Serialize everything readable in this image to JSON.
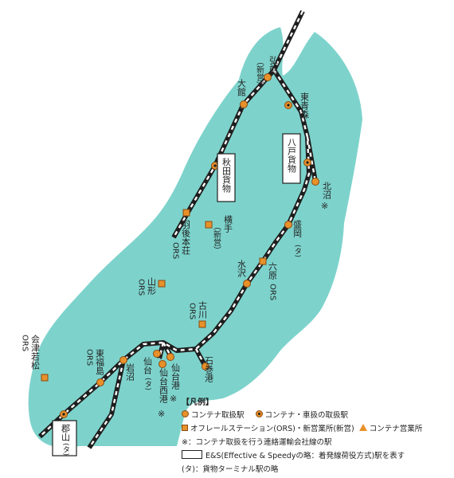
{
  "map": {
    "colors": {
      "land": "#7dd3cc",
      "rail_dark": "#1e1e1e",
      "rail_light": "#ffffff",
      "station_fill": "#e8912a",
      "station_stroke": "#8a4a10"
    },
    "stations": {
      "hirosaki": "弘前",
      "hirosaki_note": "（新営）",
      "odate": "大館",
      "higashiaomori": "東青森",
      "hachinohe": "八戸貨物",
      "kitanuma": "北沼",
      "kitanuma_mark": "※",
      "akita": "秋田貨物",
      "morioka": "盛岡",
      "morioka_note": "(タ)",
      "yokote": "横手",
      "yokote_note": "（新営）",
      "ugohonjo": "羽後本荘",
      "ugohonjo_ors": "ORS",
      "mizusawa": "水沢",
      "rokuhara": "六原",
      "rokuhara_ors": "ORS",
      "yamagata": "山形",
      "yamagata_ors": "ORS",
      "furukawa": "古川",
      "furukawa_ors": "ORS",
      "aizu": "会津若松",
      "aizu_ors": "ORS",
      "higashifukushima": "東福島",
      "higashifukushima_ors": "ORS",
      "iwanuma": "岩沼",
      "sendai": "仙台",
      "sendai_note": "(タ)",
      "sendaiseiko": "仙台西港",
      "sendaiseiko_mark": "※",
      "sendaiko": "仙台港",
      "sendaiko_mark": "※",
      "ishinomaki": "石巻港",
      "koriyama": "郡山",
      "koriyama_note": "(タ)"
    }
  },
  "legend": {
    "title": "【凡例】",
    "container_station": "コンテナ取扱駅",
    "container_car_station": "コンテナ・車扱の取扱駅",
    "ors": "オフレールステーション(ORS)・新営業所(新営)",
    "sales_office": "コンテナ営業所",
    "connecting_note": "※：コンテナ取扱を行う連絡運輸会社線の駅",
    "es_note": "E&S(Effective & Speedyの略：着発線荷役方式)駅を表す",
    "terminal_note": "(タ)：貨物ターミナル駅の略"
  }
}
